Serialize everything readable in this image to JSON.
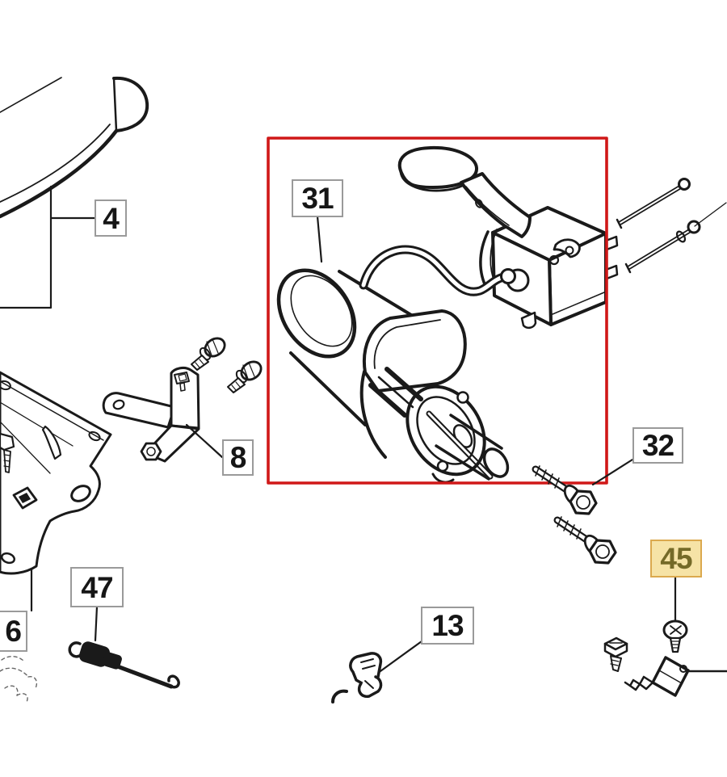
{
  "page": {
    "background": "#ffffff"
  },
  "diagram": {
    "type": "exploded-parts-diagram",
    "callouts": [
      {
        "part_number": "4",
        "highlighted": false
      },
      {
        "part_number": "6",
        "highlighted": false
      },
      {
        "part_number": "8",
        "highlighted": false
      },
      {
        "part_number": "13",
        "highlighted": false
      },
      {
        "part_number": "31",
        "highlighted": false,
        "enclosed_in_selection_box": true
      },
      {
        "part_number": "32",
        "highlighted": false
      },
      {
        "part_number": "45",
        "highlighted": true
      },
      {
        "part_number": "47",
        "highlighted": false
      }
    ],
    "colors": {
      "line": "#1a1a1a",
      "background": "#ffffff",
      "selection_box": "#d01818",
      "callout_border": "#9a9a9a",
      "callout_bg": "#ffffff",
      "callout_text": "#161616",
      "highlight_bg": "#f6e3a6",
      "highlight_border": "#dba94e",
      "highlight_text": "#756a28"
    }
  }
}
